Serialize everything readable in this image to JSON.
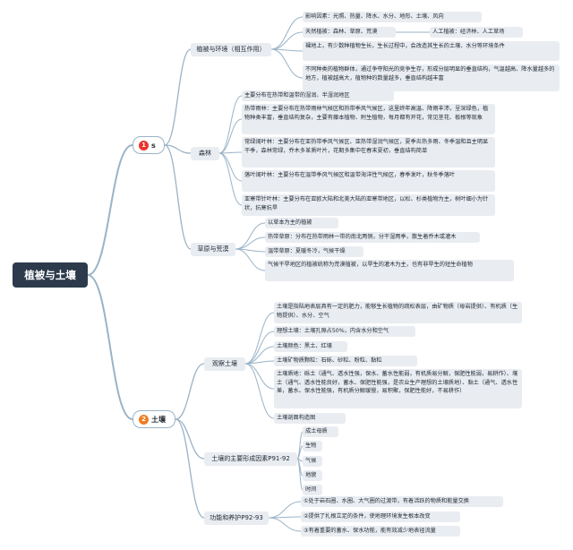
{
  "root": "植被与土壤",
  "vegetation": {
    "badge": "1",
    "label": "s",
    "relation": {
      "label": "植被与环境（相互作用）",
      "factors": "影响因素：光照、热量、降水、水分、地形、土壤、风向",
      "natural": "天然植被：森林、草原、荒漠",
      "artificial": "人工植被：经济林、人工草场",
      "bare": "裸地上，有少数种植物生长，生长过程中，会改造其生长的土壤、水分等环境条件",
      "community": "不同种类的植物群体，通过争夺阳光的竞争生存，形成分层明显的垂直结构，气温越高、降水量越多的地方，植被越高大，植物种的数量越多，垂直结构越丰富"
    },
    "forest": {
      "label": "森林",
      "distribution": "主要分布在热带和温带的湿润、半湿润地区",
      "rainforest": "热带雨林：主要分布在热带雨林气候区和热带季风气候区，这里终年高温、降雨丰沛，呈深绿色，植物种类丰富，垂直结构复杂，主要有藤本植物、附生植物，每月都有开花，常见茎花、板根等现象",
      "evergreen": "常绿阔叶林：主要分布在亚热带季风气候区、亚热带湿润气候区，夏季炎热多雨、冬季温和且主明显干季，森林常绿，乔木多革质叶片，花期多集中在春末夏初，垂直结构简单",
      "deciduous": "落叶阔叶林：主要分布在温带季风气候区和温带海洋性气候区，春季发叶，秋冬季落叶",
      "coniferous": "亚寒带针叶林：主要分布在亚欧大陆和北美大陆的亚寒带地区，以松、杉类植物为主，树叶细小为针状，抗寒抗旱"
    },
    "grassland": {
      "label": "草原与荒漠",
      "main": "以草本为主的植被",
      "savanna": "热带草原：分布在热带雨林一带的南北两侧，分干湿两季，散生着乔木或灌木",
      "temperate": "温带草原：夏暖冬冷，气候干燥",
      "desert": "气候干旱地区的植被统称为荒漠植被，以旱生的灌木为主，也有非旱生的短生命植物"
    }
  },
  "soil": {
    "badge": "2",
    "label": "土壤",
    "observe": {
      "label": "观察土壤",
      "definition": "土壤是指陆地表层具有一定的肥力，能够生长植物的疏松表层，由矿物质（母岩提供）、有机质（生物提供）、水分、空气",
      "ideal": "理想土壤：土壤孔隙占50%，内含水分和空气",
      "color": "土壤颜色：黑土、红壤",
      "particles": "土壤矿物质颗粒：石砾、砂粒、粉粒、黏粒",
      "texture": "土壤质地：砾土（通气、透水性强，保水、蓄水性能弱，有机质易分解，保肥性能弱，易耕作）、壤土（通气、透水性能良好，蓄水、保肥性能强，是农业生产理想的土壤质地）、黏土（通气、透水性差，蓄水、保水性能强，有机质分解缓慢，易积聚，保肥性能好，不易耕作）",
      "profile": "土壤剖面构造图"
    },
    "factors": {
      "label": "土壤的主要形成因素P91-92",
      "items": [
        "成土母质",
        "生物",
        "气候",
        "地貌",
        "时间"
      ]
    },
    "function": {
      "label": "功能和养护P92-93",
      "items": [
        "①处于岩石圈、水圈、大气圈的过渡带，有着活跃的物质和能量交换",
        "②提供了扎根立足的条件，使地理环境发生根本改变",
        "③有着重要的蓄水、保水功能，能有效减少地表径流量"
      ]
    }
  },
  "colors": {
    "badge1": "#e8352c",
    "badge2": "#ef7d23",
    "root_bg": "#2c3a4b",
    "node_bg": "#e9ecf1",
    "line": "#9ab3c7"
  },
  "icons": {
    "badge1": "priority-1-icon",
    "badge2": "priority-2-icon"
  }
}
